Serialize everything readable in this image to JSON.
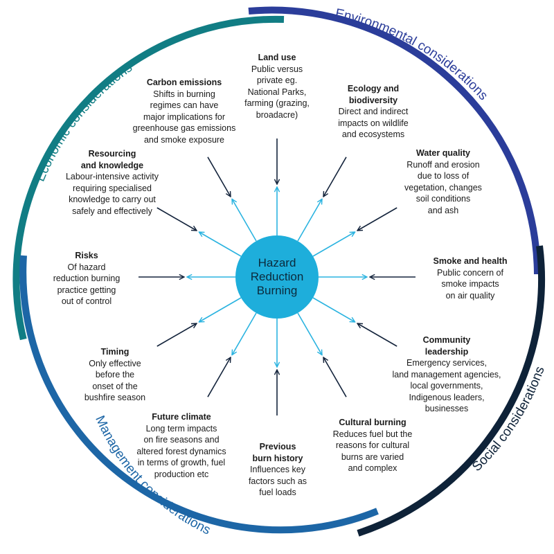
{
  "center_label": "Hazard\nReduction\nBurning",
  "categories": {
    "economic": {
      "label": "Economic considerations",
      "color": "#117d84"
    },
    "environmental": {
      "label": "Environmental considerations",
      "color": "#2b3d9a"
    },
    "social": {
      "label": "Social considerations",
      "color": "#0e2238"
    },
    "management": {
      "label": "Management considerations",
      "color": "#1d66a6"
    }
  },
  "colors": {
    "outward_arrow": "#2ab3e0",
    "inward_arrow": "#14243c"
  },
  "nodes": [
    {
      "key": "land-use",
      "title": "Land use",
      "desc": "Public versus\nprivate eg.\nNational Parks,\nfarming (grazing,\nbroadacre)"
    },
    {
      "key": "ecology",
      "title": "Ecology and\nbiodiversity",
      "desc": "Direct and indirect\nimpacts on wildlife\nand ecosystems"
    },
    {
      "key": "water-quality",
      "title": "Water quality",
      "desc": "Runoff and erosion\ndue to loss of\nvegetation, changes\nsoil conditions\nand ash"
    },
    {
      "key": "smoke-health",
      "title": "Smoke and health",
      "desc": "Public concern of\nsmoke impacts\non air quality"
    },
    {
      "key": "community",
      "title": "Community\nleadership",
      "desc": "Emergency services,\nland management agencies,\nlocal governments,\nIndigenous leaders,\nbusinesses"
    },
    {
      "key": "cultural",
      "title": "Cultural burning",
      "desc": "Reduces fuel but the\nreasons for cultural\nburns are varied\nand complex"
    },
    {
      "key": "previous-burn",
      "title": "Previous\nburn history",
      "desc": "Influences key\nfactors such as\nfuel loads"
    },
    {
      "key": "future-climate",
      "title": "Future climate",
      "desc": "Long term impacts\non fire seasons and\naltered forest dynamics\nin terms of growth, fuel\nproduction etc"
    },
    {
      "key": "timing",
      "title": "Timing",
      "desc": "Only effective\nbefore the\nonset of the\nbushfire season"
    },
    {
      "key": "risks",
      "title": "Risks",
      "desc": "Of hazard\nreduction burning\npractice getting\nout of control"
    },
    {
      "key": "resourcing",
      "title": "Resourcing\nand knowledge",
      "desc": "Labour-intensive activity\nrequiring specialised\nknowledge to carry out\nsafely and effectively"
    },
    {
      "key": "carbon",
      "title": "Carbon emissions",
      "desc": "Shifts in burning\nregimes can have\nmajor implications for\ngreenhouse gas emissions\nand smoke exposure"
    }
  ]
}
